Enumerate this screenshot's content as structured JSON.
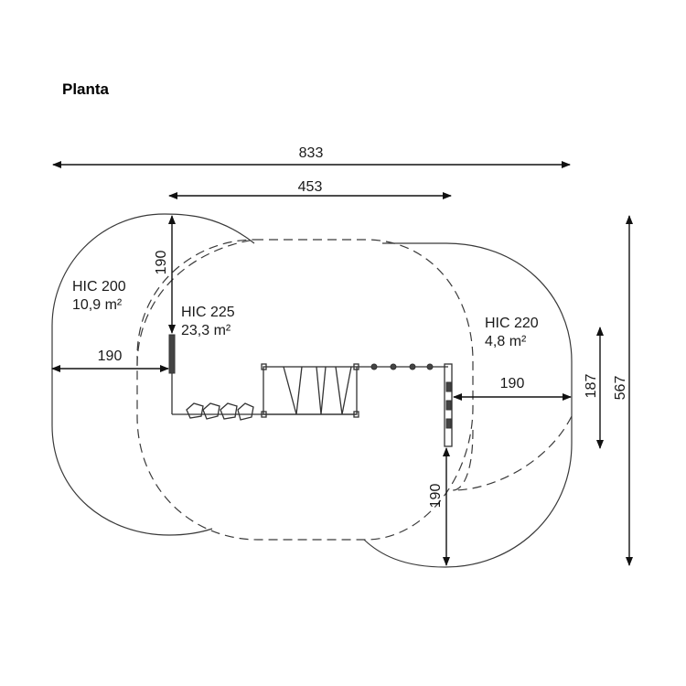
{
  "title": "Planta",
  "dimensions": {
    "total_width": "833",
    "inner_width": "453",
    "left_depth": "190",
    "top_depth": "190",
    "right_depth": "190",
    "bottom_depth": "190",
    "right_small": "187",
    "total_height": "567"
  },
  "areas": {
    "hic200": {
      "label": "HIC 200",
      "value": "10,9 m²"
    },
    "hic225": {
      "label": "HIC 225",
      "value": "23,3 m²"
    },
    "hic220": {
      "label": "HIC 220",
      "value": "4,8 m²"
    }
  },
  "colors": {
    "line": "#3a3a3a",
    "text": "#1a1a1a"
  }
}
